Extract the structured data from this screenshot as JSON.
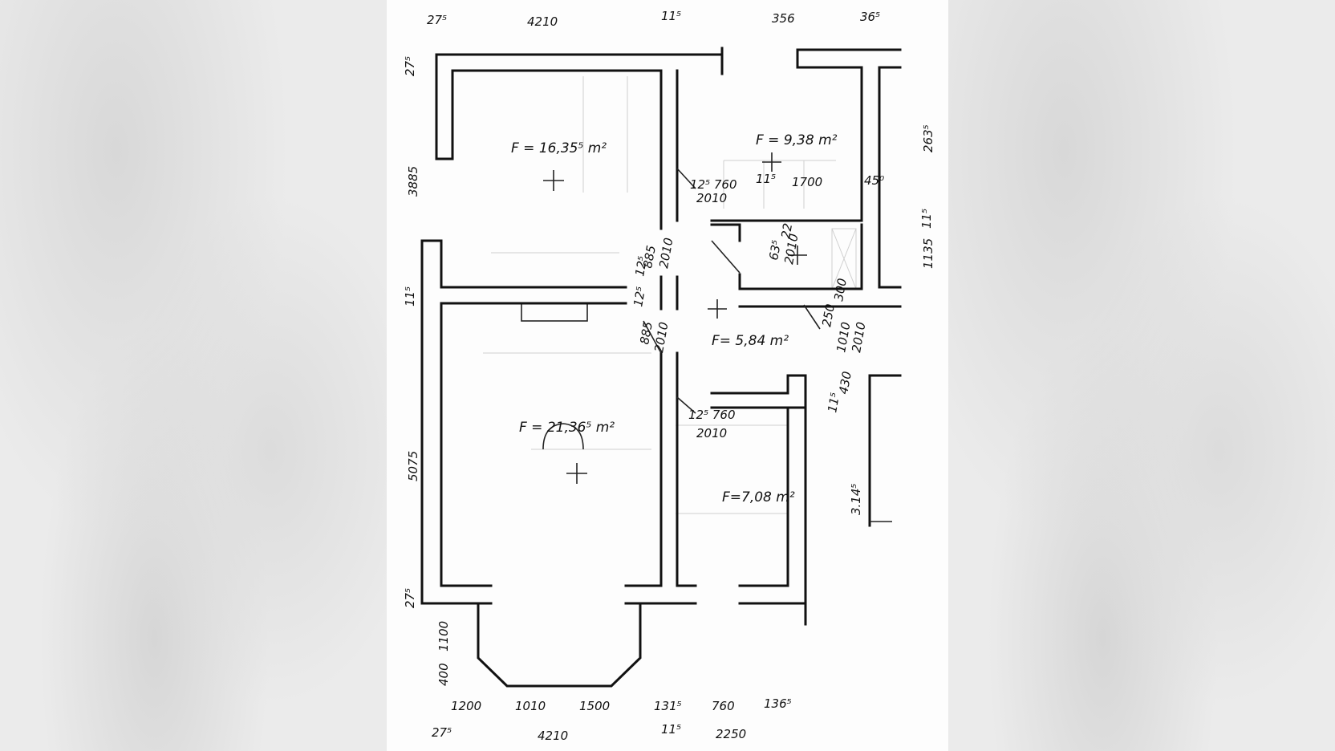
{
  "plan": {
    "rooms": [
      {
        "id": "room-top-left",
        "area": "F = 16,35⁵ m²"
      },
      {
        "id": "room-top-right",
        "area": "F = 9,38 m²"
      },
      {
        "id": "room-hall",
        "area": "F= 5,84 m²"
      },
      {
        "id": "room-living",
        "area": "F = 21,36⁵ m²"
      },
      {
        "id": "room-bottom-right",
        "area": "F=7,08 m²"
      }
    ],
    "dims_top": [
      "27⁵",
      "4210",
      "11⁵",
      "356",
      "36⁵"
    ],
    "dims_bottom_inner": [
      "1200",
      "1010",
      "1500",
      "131⁵",
      "760",
      "136⁵"
    ],
    "dims_bottom_outer": [
      "27⁵",
      "4210",
      "11⁵",
      "2250"
    ],
    "dims_left": [
      "27⁵",
      "3885",
      "11⁵",
      "5075",
      "27⁵",
      "1100",
      "400"
    ],
    "dims_right": [
      "263⁵",
      "11⁵",
      "1135",
      "3.14⁵"
    ],
    "openings": [
      "12⁵ 760",
      "2010",
      "885",
      "2010",
      "12⁵",
      "12⁵",
      "885",
      "2010",
      "11⁵",
      "1700",
      "45⁰",
      "63⁵",
      "2010",
      "22",
      "250",
      "300",
      "1010",
      "2010",
      "11⁵",
      "430",
      "12⁵ 760",
      "2010"
    ]
  }
}
